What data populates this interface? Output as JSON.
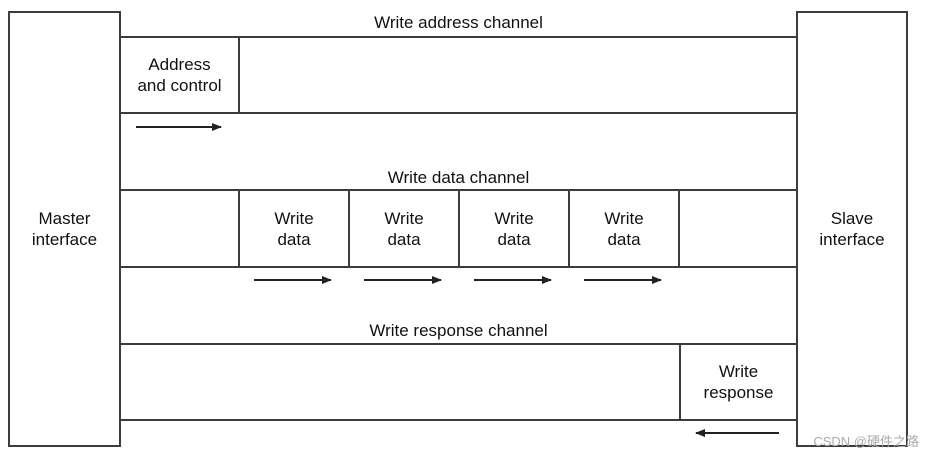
{
  "master": {
    "line1": "Master",
    "line2": "interface"
  },
  "slave": {
    "line1": "Slave",
    "line2": "interface"
  },
  "channels": {
    "write_address": "Write address channel",
    "write_data": "Write data channel",
    "write_response": "Write response channel"
  },
  "address_block": {
    "line1": "Address",
    "line2": "and control"
  },
  "data_blocks": [
    {
      "line1": "Write",
      "line2": "data"
    },
    {
      "line1": "Write",
      "line2": "data"
    },
    {
      "line1": "Write",
      "line2": "data"
    },
    {
      "line1": "Write",
      "line2": "data"
    }
  ],
  "response_block": {
    "line1": "Write",
    "line2": "response"
  },
  "watermark": "CSDN @硬件之路"
}
